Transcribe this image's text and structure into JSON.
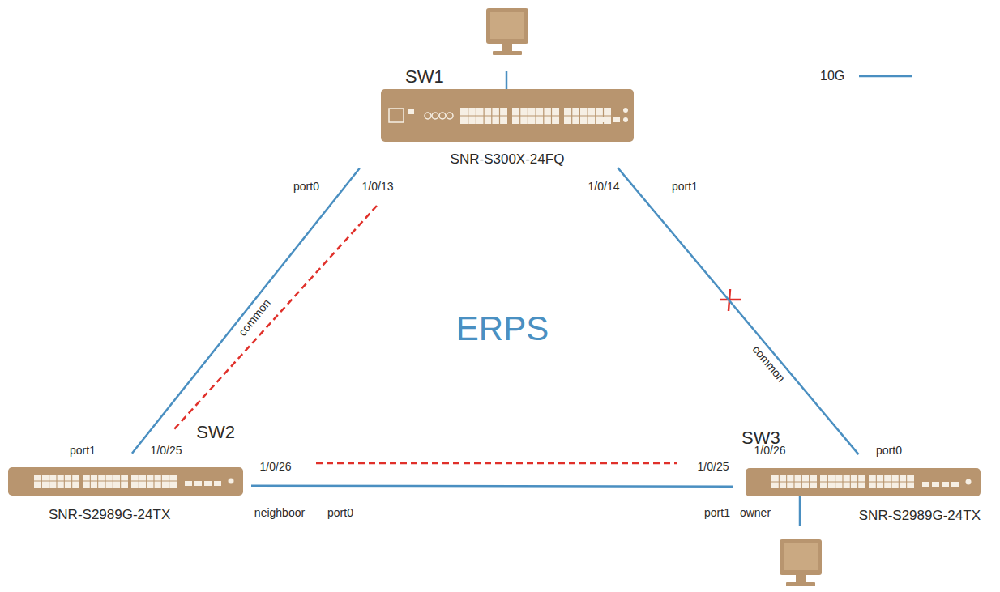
{
  "diagram": {
    "nodes": [
      {
        "text": [
          "SW1",
          "SNR-S300X-24FQ"
        ]
      },
      {
        "text": [
          "SW2",
          "SNR-S2989G-24TX"
        ]
      },
      {
        "text": [
          "SW3",
          "SNR-S2989G-24TX"
        ]
      }
    ],
    "edges": [
      {
        "from": 0,
        "to": 1,
        "arrow": "none",
        "label": "common"
      },
      {
        "from": 0,
        "to": 2,
        "arrow": "none",
        "label": "common"
      },
      {
        "from": 1,
        "to": 2,
        "arrow": "none"
      }
    ],
    "labels": [
      "port0",
      "1/0/13",
      "1/0/14",
      "port1",
      "port1",
      "1/0/25",
      "1/0/26",
      "1/0/25",
      "1/0/26",
      "port0",
      "neighboor",
      "port0",
      "port1",
      "owner",
      "ERPS"
    ],
    "legend": [
      {
        "text": "10G"
      }
    ]
  }
}
